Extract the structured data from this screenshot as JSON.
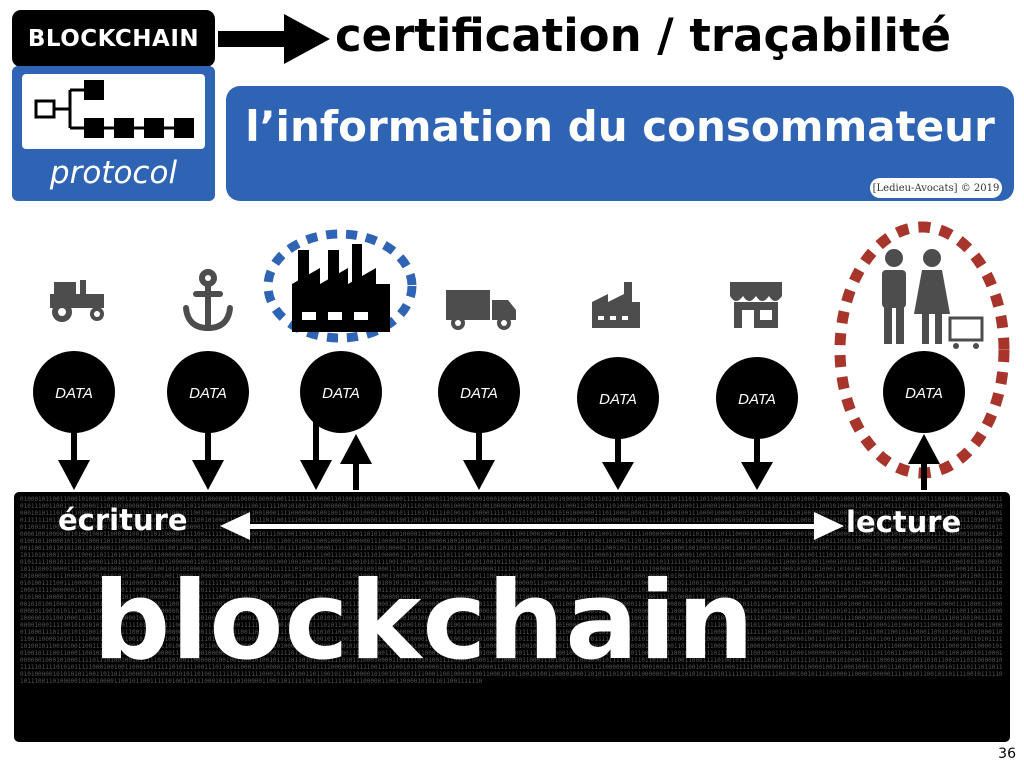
{
  "header": {
    "label": "BLOCKCHAIN",
    "title": "certification / traçabilité",
    "protocol_label": "protocol",
    "subtitle": "l’information du consommateur",
    "copyright": "[Ledieu-Avocats] © 2019"
  },
  "icons": [
    "tractor-icon",
    "anchor-icon",
    "factory-icon",
    "truck-icon",
    "small-factory-icon",
    "shop-icon",
    "shopping-couple-icon"
  ],
  "data_nodes": [
    {
      "label": "DATA",
      "icon": "tractor-icon",
      "flow": "write"
    },
    {
      "label": "DATA",
      "icon": "anchor-icon",
      "flow": "write"
    },
    {
      "label": "DATA",
      "icon": "factory-icon",
      "flow": "write-read"
    },
    {
      "label": "DATA",
      "icon": "truck-icon",
      "flow": "write"
    },
    {
      "label": "DATA",
      "icon": "small-factory-icon",
      "flow": "write"
    },
    {
      "label": "DATA",
      "icon": "shop-icon",
      "flow": "write"
    },
    {
      "label": "DATA",
      "icon": "shopping-couple-icon",
      "flow": "read"
    }
  ],
  "blockchain": {
    "write_label": "écriture",
    "read_label": "lecture",
    "title": "blockchain"
  },
  "colors": {
    "blue": "#2f64b5",
    "red_dashed": "#a8352b",
    "icon_gray": "#4d4d4d"
  },
  "page_number": "36"
}
